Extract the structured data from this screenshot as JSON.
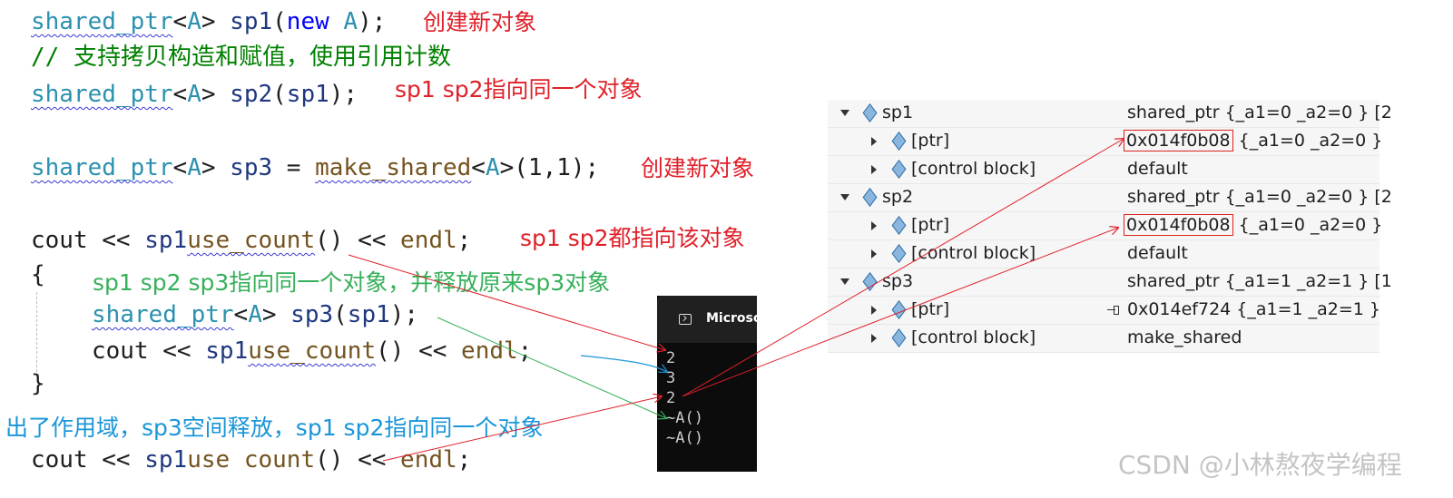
{
  "code": {
    "l1": {
      "t1": "shared_ptr",
      "t2": "<",
      "t3": "A",
      "t4": ">",
      "t5": " sp1",
      "t6": "(",
      "t7": "new",
      "t8": " A",
      "t9": ");"
    },
    "l2": {
      "comment": "// 支持拷贝构造和赋值，使用引用计数"
    },
    "l3": {
      "t1": "shared_ptr",
      "t2": "<",
      "t3": "A",
      "t4": ">",
      "t5": " sp2",
      "t6": "(",
      "t7": "sp1",
      "t8": ");"
    },
    "l4": {
      "t1": "shared_ptr",
      "t2": "<",
      "t3": "A",
      "t4": ">",
      "t5": " sp3",
      "t6": " = ",
      "t7": "make_shared",
      "t8": "<",
      "t9": "A",
      "t10": ">",
      "t11": "(1,1);"
    },
    "l5": {
      "t1": "cout",
      "t2": " << ",
      "t3": "sp1",
      ".": ".",
      "t4": "use_count",
      "t5": "()",
      "t6": " << ",
      "t7": "endl",
      ";": ";"
    },
    "l6": {
      "brace": "{"
    },
    "l7": {
      "t1": "shared_ptr",
      "t2": "<",
      "t3": "A",
      "t4": ">",
      "t5": " sp3",
      "t6": "(",
      "t7": "sp1",
      "t8": ");"
    },
    "l8": {
      "t1": "cout",
      "t2": " << ",
      "t3": "sp1",
      ".": ".",
      "t4": "use_count",
      "t5": "()",
      "t6": " << ",
      "t7": "endl",
      ";": ";"
    },
    "l9": {
      "brace": "}"
    },
    "l10": {
      "t1": "cout",
      "t2": " << ",
      "t3": "sp1",
      ".": ".",
      "t4": "use count",
      "t5": "()",
      "t6": " << ",
      "t7": "endl",
      ";": ";"
    }
  },
  "annotations": {
    "a1": "创建新对象",
    "a2": "sp1 sp2指向同一个对象",
    "a3": "创建新对象",
    "a4": "sp1 sp2都指向该对象",
    "a5": "sp1 sp2 sp3指向同一个对象，并释放原来sp3对象",
    "a6": "出了作用域，sp3空间释放，sp1 sp2指向同一个对象"
  },
  "console": {
    "title": "Microso",
    "lines": [
      "2",
      "3",
      "2",
      "~A()",
      "~A()"
    ]
  },
  "watch": {
    "rows": [
      {
        "name": "sp1",
        "value": "shared_ptr {_a1=0 _a2=0 } [2"
      },
      {
        "name": "[ptr]",
        "value_boxed": "0x014f0b08",
        "value_rest": " {_a1=0 _a2=0 }"
      },
      {
        "name": "[control block]",
        "value": "default"
      },
      {
        "name": "sp2",
        "value": "shared_ptr {_a1=0 _a2=0 } [2"
      },
      {
        "name": "[ptr]",
        "value_boxed": "0x014f0b08",
        "value_rest": " {_a1=0 _a2=0 }"
      },
      {
        "name": "[control block]",
        "value": "default"
      },
      {
        "name": "sp3",
        "value": "shared_ptr {_a1=1 _a2=1 } [1"
      },
      {
        "name": "[ptr]",
        "value": "0x014ef724 {_a1=1 _a2=1 }"
      },
      {
        "name": "[control block]",
        "value": "make_shared"
      }
    ]
  },
  "watermark": "CSDN @小林熬夜学编程",
  "colors": {
    "annotation_red": "#e0202a",
    "annotation_green": "#36b05a",
    "annotation_blue": "#1a96d8",
    "highlight_box": "#e02020"
  }
}
